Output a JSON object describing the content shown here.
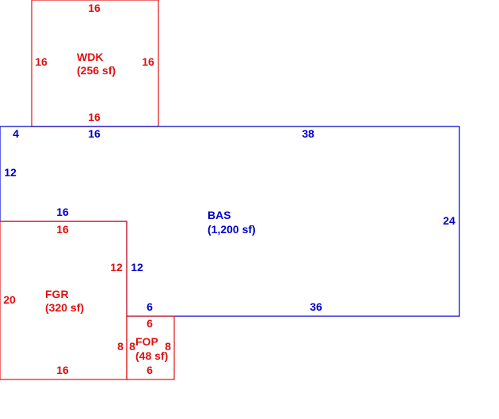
{
  "colors": {
    "red": "#e01010",
    "blue": "#0000cc"
  },
  "areas": {
    "wdk": {
      "name": "WDK",
      "area": "(256 sf)",
      "top": "16",
      "left": "16",
      "right": "16",
      "bottom": "16"
    },
    "bas": {
      "name": "BAS",
      "area": "(1,200 sf)",
      "top_left": "4",
      "top_mid": "16",
      "top": "38",
      "left": "12",
      "notch_top": "16",
      "right": "24",
      "notch_right": "12",
      "notch_bottom": "6",
      "bottom": "36"
    },
    "fgr": {
      "name": "FGR",
      "area": "(320 sf)",
      "top": "16",
      "left": "20",
      "right": "12",
      "bottom": "16"
    },
    "fop": {
      "name": "FOP",
      "area": "(48 sf)",
      "top": "6",
      "left_outer": "8",
      "left_inner": "8",
      "right": "8",
      "bottom": "6"
    }
  }
}
